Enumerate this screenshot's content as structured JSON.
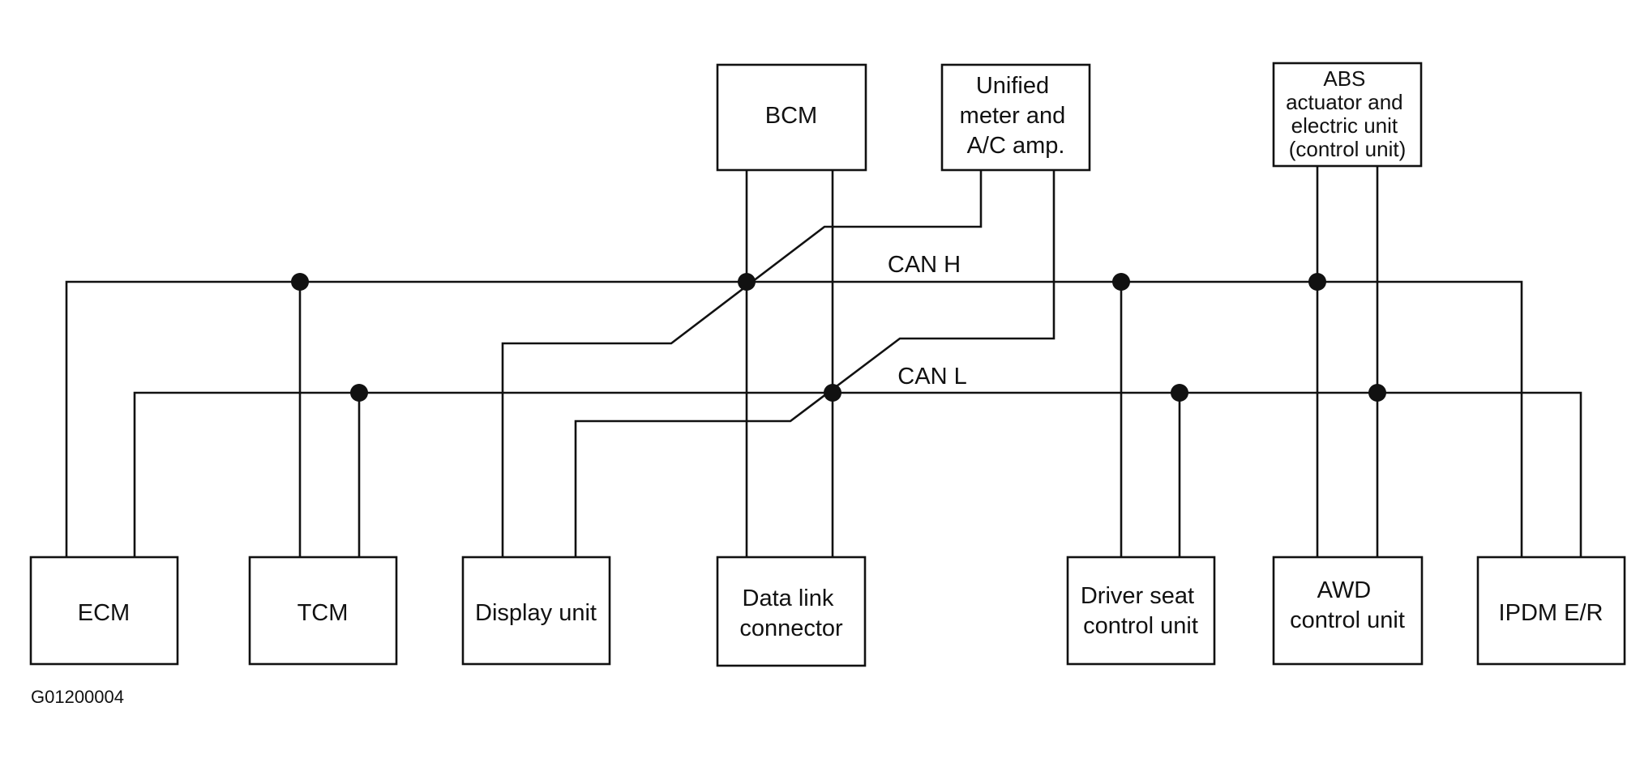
{
  "diagram": {
    "buses": {
      "can_h": "CAN H",
      "can_l": "CAN L"
    },
    "units": {
      "bcm": [
        "BCM"
      ],
      "meter": [
        "Unified",
        "meter and",
        "A/C amp."
      ],
      "abs": [
        "ABS",
        "actuator and",
        "electric unit",
        "(control unit)"
      ],
      "ecm": [
        "ECM"
      ],
      "tcm": [
        "TCM"
      ],
      "display": [
        "Display unit"
      ],
      "dlc": [
        "Data link",
        "connector"
      ],
      "driver_seat": [
        "Driver seat",
        "control unit"
      ],
      "awd": [
        "AWD",
        "control unit"
      ],
      "ipdm": [
        "IPDM E/R"
      ]
    },
    "figure_code": "G01200004"
  }
}
